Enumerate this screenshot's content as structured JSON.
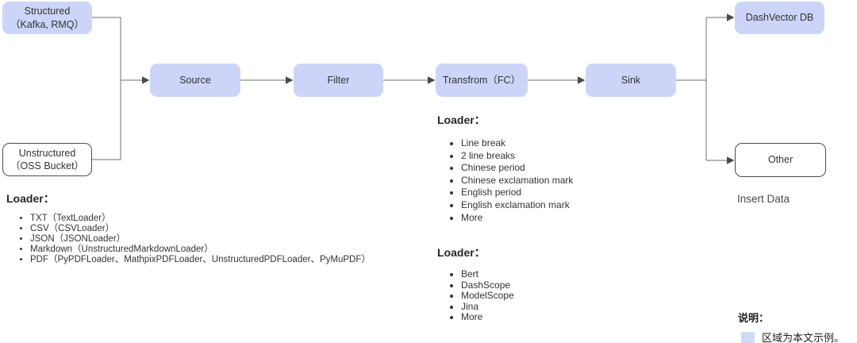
{
  "nodes": {
    "structured": {
      "label": "Structured\n（Kafka, RMQ）"
    },
    "unstructured": {
      "label": "Unstructured\n（OSS Bucket）"
    },
    "source": {
      "label": "Source"
    },
    "filter": {
      "label": "Filter"
    },
    "transform": {
      "label": "Transfrom（FC）"
    },
    "sink": {
      "label": "Sink"
    },
    "dashvector_db": {
      "label": "DashVector DB"
    },
    "other": {
      "label": "Other"
    }
  },
  "annotations": {
    "insert_data": "Insert Data"
  },
  "loader_sources": {
    "heading": "Loader：",
    "items": [
      "TXT（TextLoader）",
      "CSV（CSVLoader）",
      "JSON（JSONLoader）",
      "Markdown（UnstructuredMarkdownLoader）",
      "PDF（PyPDFLoader、MathpixPDFLoader、UnstructuredPDFLoader、PyMuPDF）"
    ]
  },
  "loader_splitters": {
    "heading": "Loader：",
    "items": [
      "Line break",
      "2 line breaks",
      "Chinese period",
      "Chinese exclamation mark",
      "English period",
      "English exclamation mark",
      "More"
    ]
  },
  "loader_embeddings": {
    "heading": "Loader：",
    "items": [
      "Bert",
      "DashScope",
      "ModelScope",
      "Jina",
      "More"
    ]
  },
  "legend": {
    "title": "说明：",
    "text": "区域为本文示例。",
    "swatch_color": "#cfdaf7"
  },
  "colors": {
    "node_fill": "#ccd5f8",
    "node_border": "#4d4d4d",
    "connector_line": "#8a8a8a",
    "arrowhead": "#4a4a4a"
  }
}
